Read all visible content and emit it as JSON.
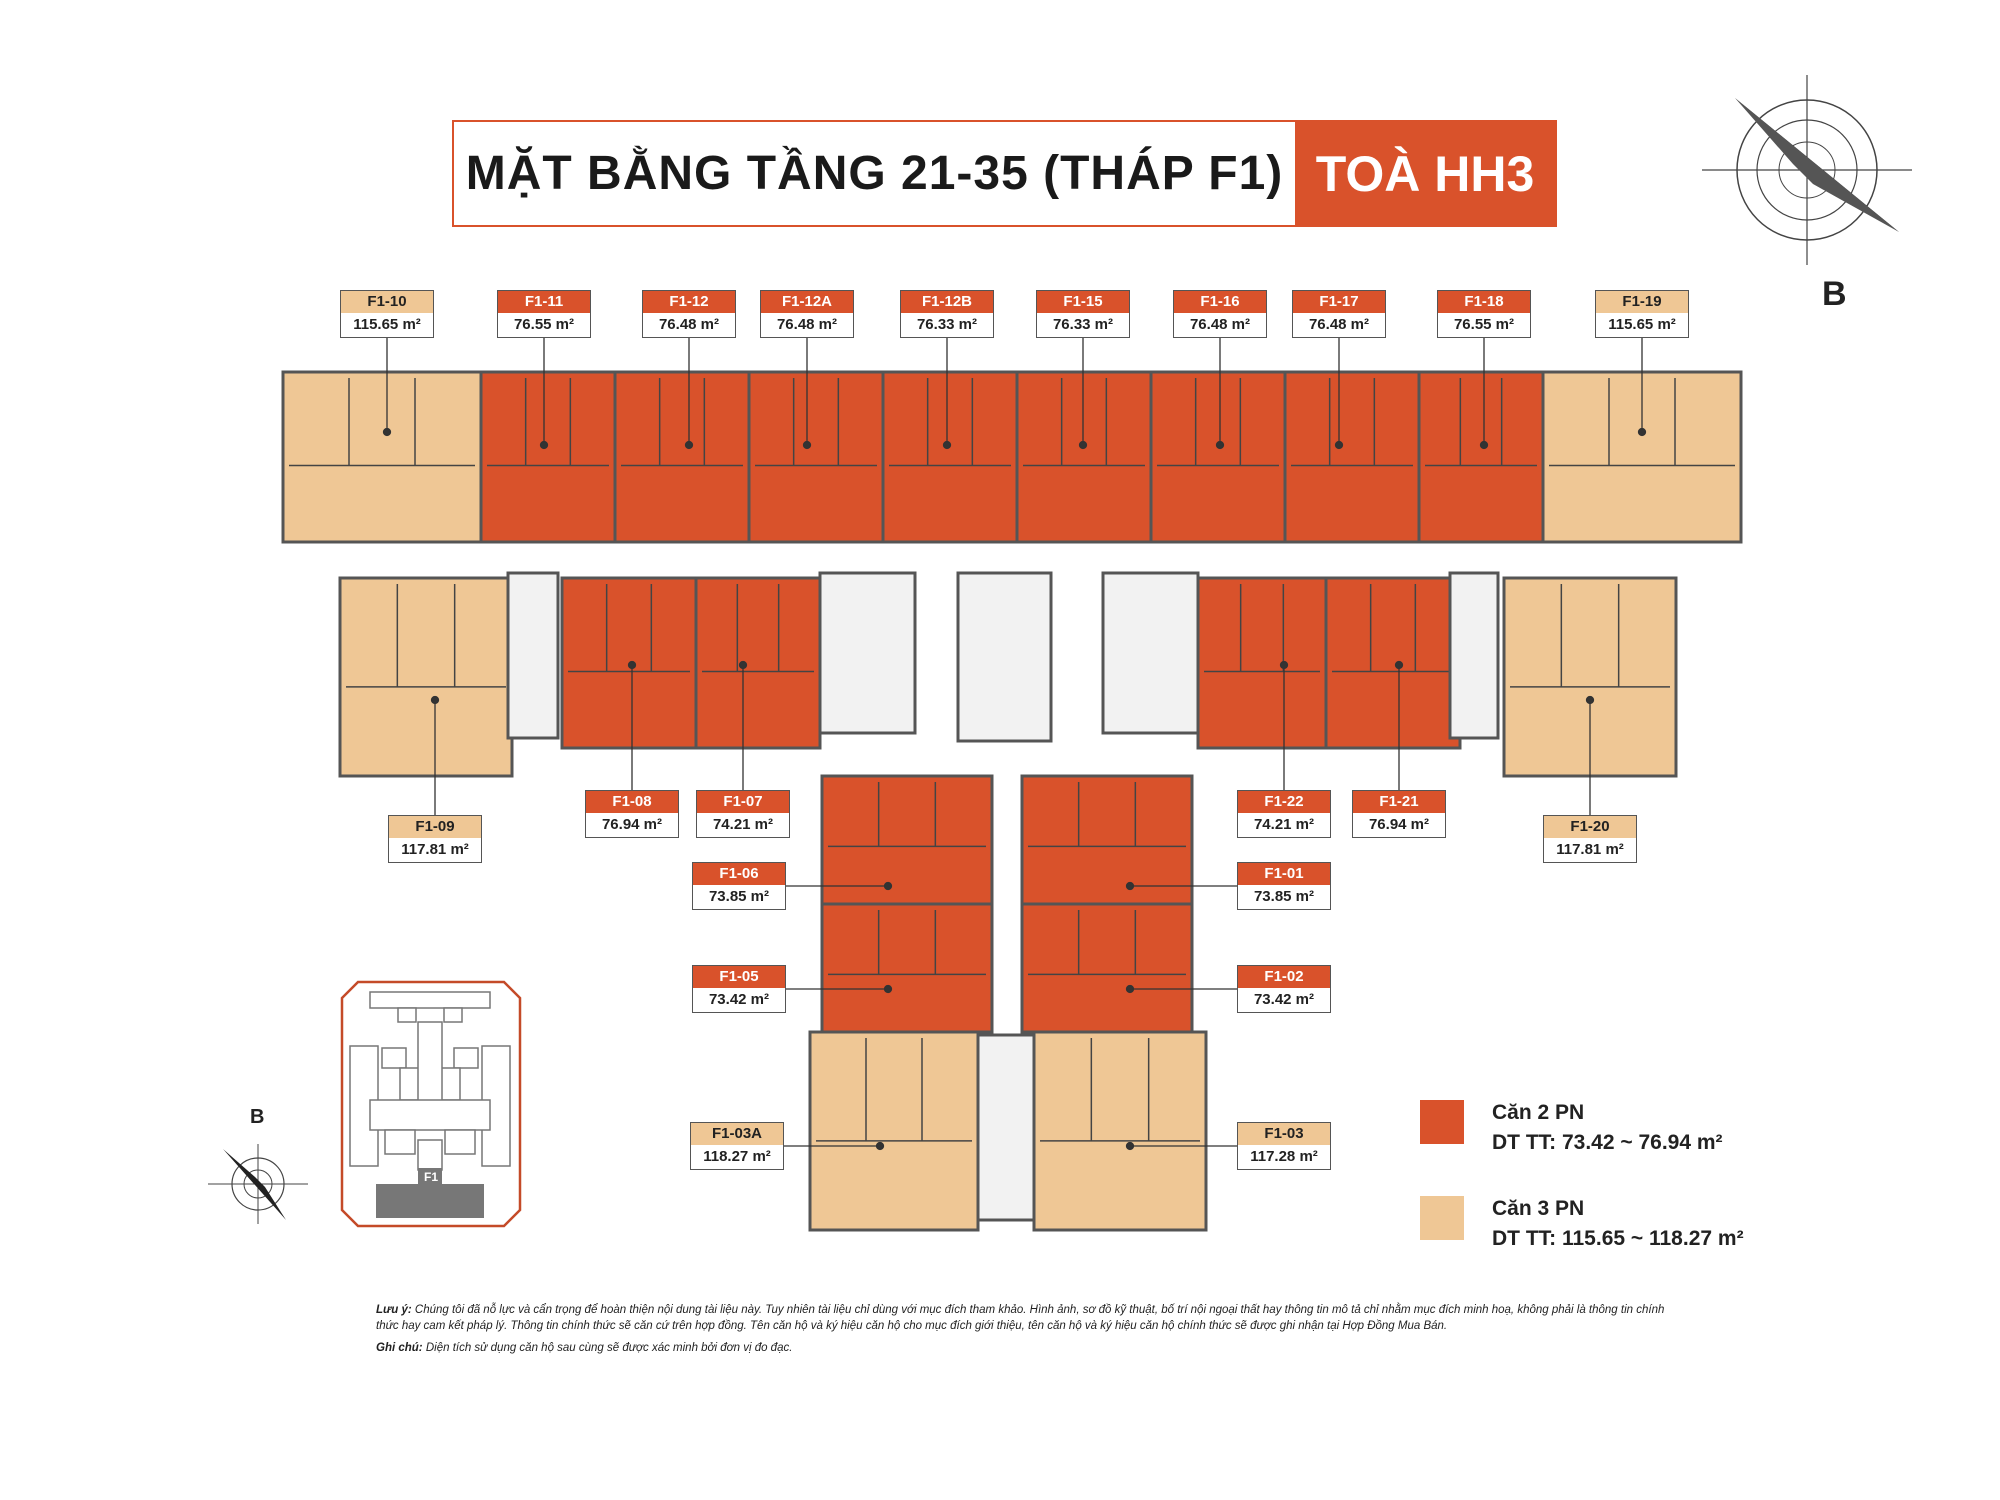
{
  "title": {
    "main": "MẶT BẰNG TẦNG 21-35 (THÁP F1)",
    "tag": "TOÀ HH3"
  },
  "colors": {
    "two_bed": "#d9522b",
    "three_bed": "#efc795",
    "core": "#f2f2f2",
    "wall": "#555555"
  },
  "units": [
    {
      "code": "F1-10",
      "area": "115.65 m²",
      "type": "3pn"
    },
    {
      "code": "F1-11",
      "area": "76.55 m²",
      "type": "2pn"
    },
    {
      "code": "F1-12",
      "area": "76.48 m²",
      "type": "2pn"
    },
    {
      "code": "F1-12A",
      "area": "76.48 m²",
      "type": "2pn"
    },
    {
      "code": "F1-12B",
      "area": "76.33 m²",
      "type": "2pn"
    },
    {
      "code": "F1-15",
      "area": "76.33 m²",
      "type": "2pn"
    },
    {
      "code": "F1-16",
      "area": "76.48 m²",
      "type": "2pn"
    },
    {
      "code": "F1-17",
      "area": "76.48 m²",
      "type": "2pn"
    },
    {
      "code": "F1-18",
      "area": "76.55 m²",
      "type": "2pn"
    },
    {
      "code": "F1-19",
      "area": "115.65 m²",
      "type": "3pn"
    },
    {
      "code": "F1-09",
      "area": "117.81 m²",
      "type": "3pn"
    },
    {
      "code": "F1-08",
      "area": "76.94 m²",
      "type": "2pn"
    },
    {
      "code": "F1-07",
      "area": "74.21 m²",
      "type": "2pn"
    },
    {
      "code": "F1-22",
      "area": "74.21 m²",
      "type": "2pn"
    },
    {
      "code": "F1-21",
      "area": "76.94 m²",
      "type": "2pn"
    },
    {
      "code": "F1-20",
      "area": "117.81 m²",
      "type": "3pn"
    },
    {
      "code": "F1-06",
      "area": "73.85 m²",
      "type": "2pn"
    },
    {
      "code": "F1-01",
      "area": "73.85 m²",
      "type": "2pn"
    },
    {
      "code": "F1-05",
      "area": "73.42 m²",
      "type": "2pn"
    },
    {
      "code": "F1-02",
      "area": "73.42 m²",
      "type": "2pn"
    },
    {
      "code": "F1-03A",
      "area": "118.27 m²",
      "type": "3pn"
    },
    {
      "code": "F1-03",
      "area": "117.28 m²",
      "type": "3pn"
    }
  ],
  "legend": [
    {
      "name": "Căn 2 PN",
      "range": "DT TT: 73.42 ~ 76.94 m²",
      "color": "#d9522b"
    },
    {
      "name": "Căn 3 PN",
      "range": "DT TT:  115.65 ~ 118.27 m²",
      "color": "#efc795"
    }
  ],
  "compass": {
    "north_label": "B"
  },
  "keymap": {
    "tower_label": "F1",
    "north_label": "B"
  },
  "notes": {
    "luu_y_label": "Lưu ý:",
    "luu_y_text": "Chúng tôi đã nỗ lực và cẩn trọng để hoàn thiện nội dung tài liệu này. Tuy nhiên tài liệu chỉ dùng với mục đích tham khảo. Hình ảnh, sơ đồ kỹ thuật, bố trí nội ngoại thất hay thông tin mô tả chỉ nhằm mục đích minh hoạ, không phải là thông tin chính thức hay cam kết pháp lý. Thông tin chính thức sẽ căn cứ trên hợp đồng. Tên căn hộ và ký hiệu căn hộ cho mục đích giới thiệu, tên căn hộ và ký hiệu căn hộ chính thức sẽ được ghi nhận tại Hợp Đồng Mua Bán.",
    "ghi_chu_label": "Ghi chú:",
    "ghi_chu_text": "Diện tích sử dụng căn hộ sau cùng sẽ được xác minh bởi đơn vị đo đạc."
  }
}
